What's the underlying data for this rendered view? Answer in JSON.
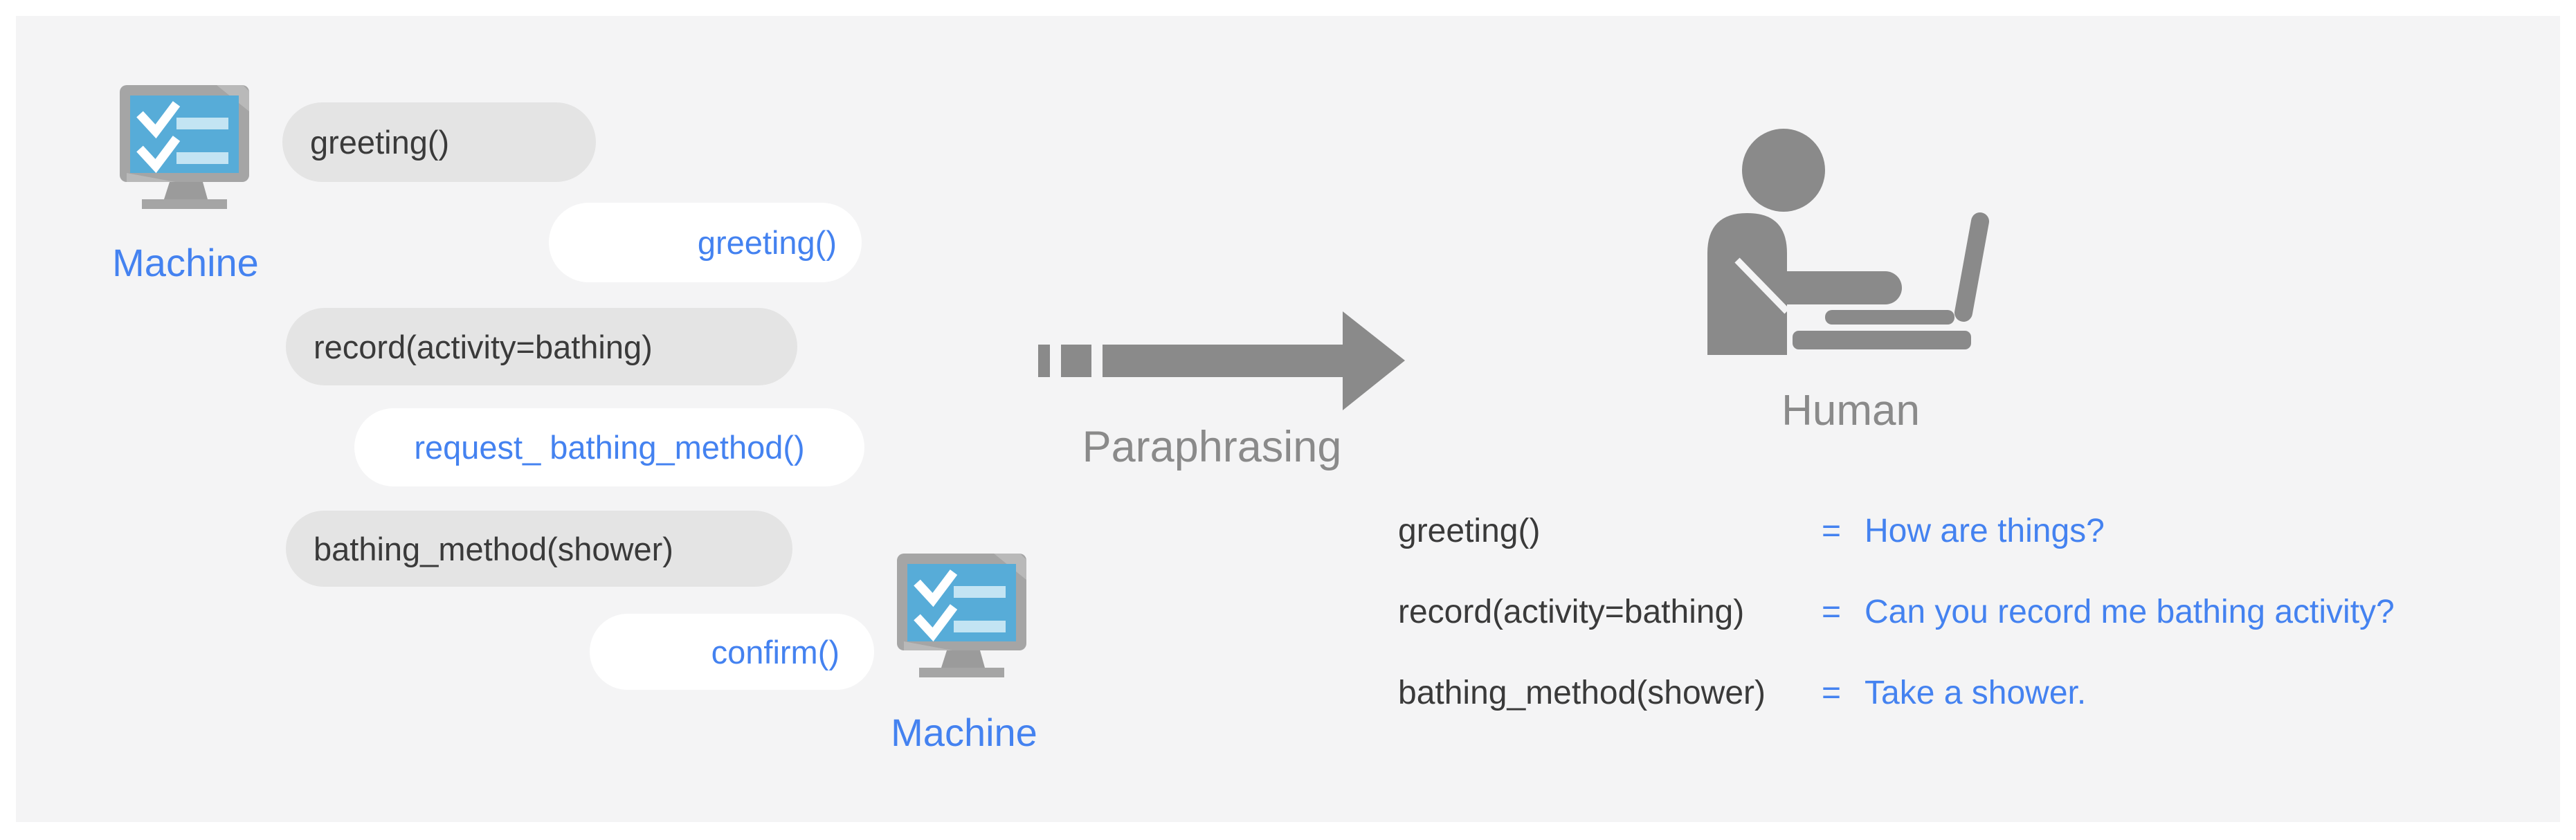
{
  "colors": {
    "blue": "#4482f0",
    "dark_text": "#3a3a3a",
    "gray": "#8a8a8a",
    "bubble_gray": "#e4e4e4",
    "panel_bg": "#f4f4f5",
    "screen_blue": "#57acd8"
  },
  "left": {
    "machine_top_label": "Machine",
    "machine_bottom_label": "Machine",
    "bubbles": [
      {
        "text": "greeting()",
        "style": "machine"
      },
      {
        "text": "greeting()",
        "style": "paraphrase"
      },
      {
        "text": "record(activity=bathing)",
        "style": "machine"
      },
      {
        "text": "request_ bathing_method()",
        "style": "paraphrase"
      },
      {
        "text": "bathing_method(shower)",
        "style": "machine"
      },
      {
        "text": "confirm()",
        "style": "paraphrase"
      }
    ]
  },
  "middle": {
    "arrow_label": "Paraphrasing"
  },
  "right": {
    "human_label": "Human",
    "mappings": [
      {
        "code": "greeting()",
        "equals": "=",
        "phrase": "How are things?"
      },
      {
        "code": "record(activity=bathing)",
        "equals": "=",
        "phrase": "Can you record me bathing activity?"
      },
      {
        "code": "bathing_method(shower)",
        "equals": "=",
        "phrase": "Take a shower."
      }
    ]
  }
}
